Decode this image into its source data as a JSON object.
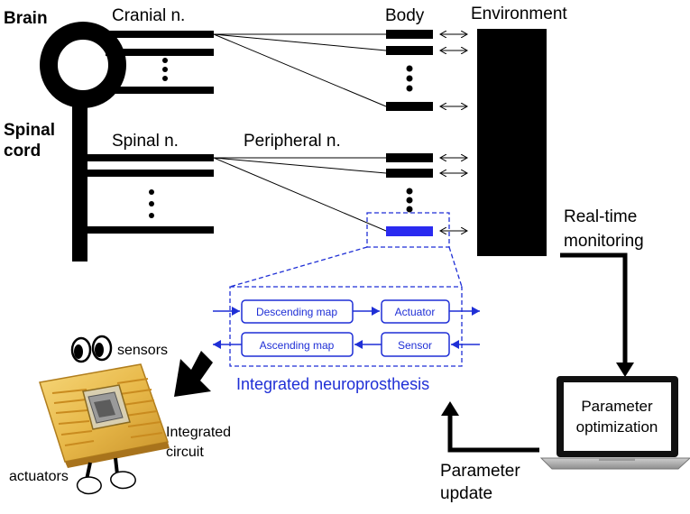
{
  "labels": {
    "brain": "Brain",
    "spinal_cord_line1": "Spinal",
    "spinal_cord_line2": "cord",
    "cranial": "Cranial n.",
    "body": "Body",
    "environment": "Environment",
    "spinal_n": "Spinal n.",
    "peripheral_n": "Peripheral n.",
    "realtime_line1": "Real-time",
    "realtime_line2": "monitoring",
    "param_update_line1": "Parameter",
    "param_update_line2": "update",
    "integrated_neuroprosthesis": "Integrated neuroprosthesis",
    "sensors": "sensors",
    "integrated_circuit_line1": "Integrated",
    "integrated_circuit_line2": "circuit",
    "actuators": "actuators"
  },
  "blocks": {
    "descending_map": "Descending map",
    "actuator": "Actuator",
    "ascending_map": "Ascending map",
    "sensor": "Sensor"
  },
  "laptop": {
    "screen_line1": "Parameter",
    "screen_line2": "optimization"
  },
  "colors": {
    "neural": "#000000",
    "highlight": "#2a2af0",
    "block_text": "#1f2fd6",
    "chip_gold": "#e8b94a"
  }
}
